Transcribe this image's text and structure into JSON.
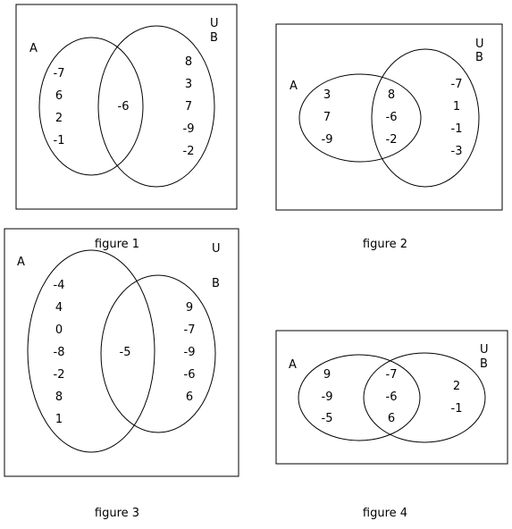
{
  "figures": [
    {
      "caption": "figure 1",
      "universe_label": "U",
      "set_a_label": "A",
      "set_b_label": "B",
      "a_only": [
        "-7",
        "6",
        "2",
        "-1"
      ],
      "both": [
        "-6"
      ],
      "b_only": [
        "8",
        "3",
        "7",
        "-9",
        "-2"
      ]
    },
    {
      "caption": "figure 2",
      "universe_label": "U",
      "set_a_label": "A",
      "set_b_label": "B",
      "a_only": [
        "3",
        "7",
        "-9"
      ],
      "both": [
        "8",
        "-6",
        "-2"
      ],
      "b_only": [
        "-7",
        "1",
        "-1",
        "-3"
      ]
    },
    {
      "caption": "figure 3",
      "universe_label": "U",
      "set_a_label": "A",
      "set_b_label": "B",
      "a_only": [
        "-4",
        "4",
        "0",
        "-8",
        "-2",
        "8",
        "1"
      ],
      "both": [
        "-5"
      ],
      "b_only": [
        "9",
        "-7",
        "-9",
        "-6",
        "6"
      ]
    },
    {
      "caption": "figure 4",
      "universe_label": "U",
      "set_a_label": "A",
      "set_b_label": "B",
      "a_only": [
        "9",
        "-9",
        "-5"
      ],
      "both": [
        "-7",
        "-6",
        "6"
      ],
      "b_only": [
        "2",
        "-1"
      ]
    }
  ]
}
